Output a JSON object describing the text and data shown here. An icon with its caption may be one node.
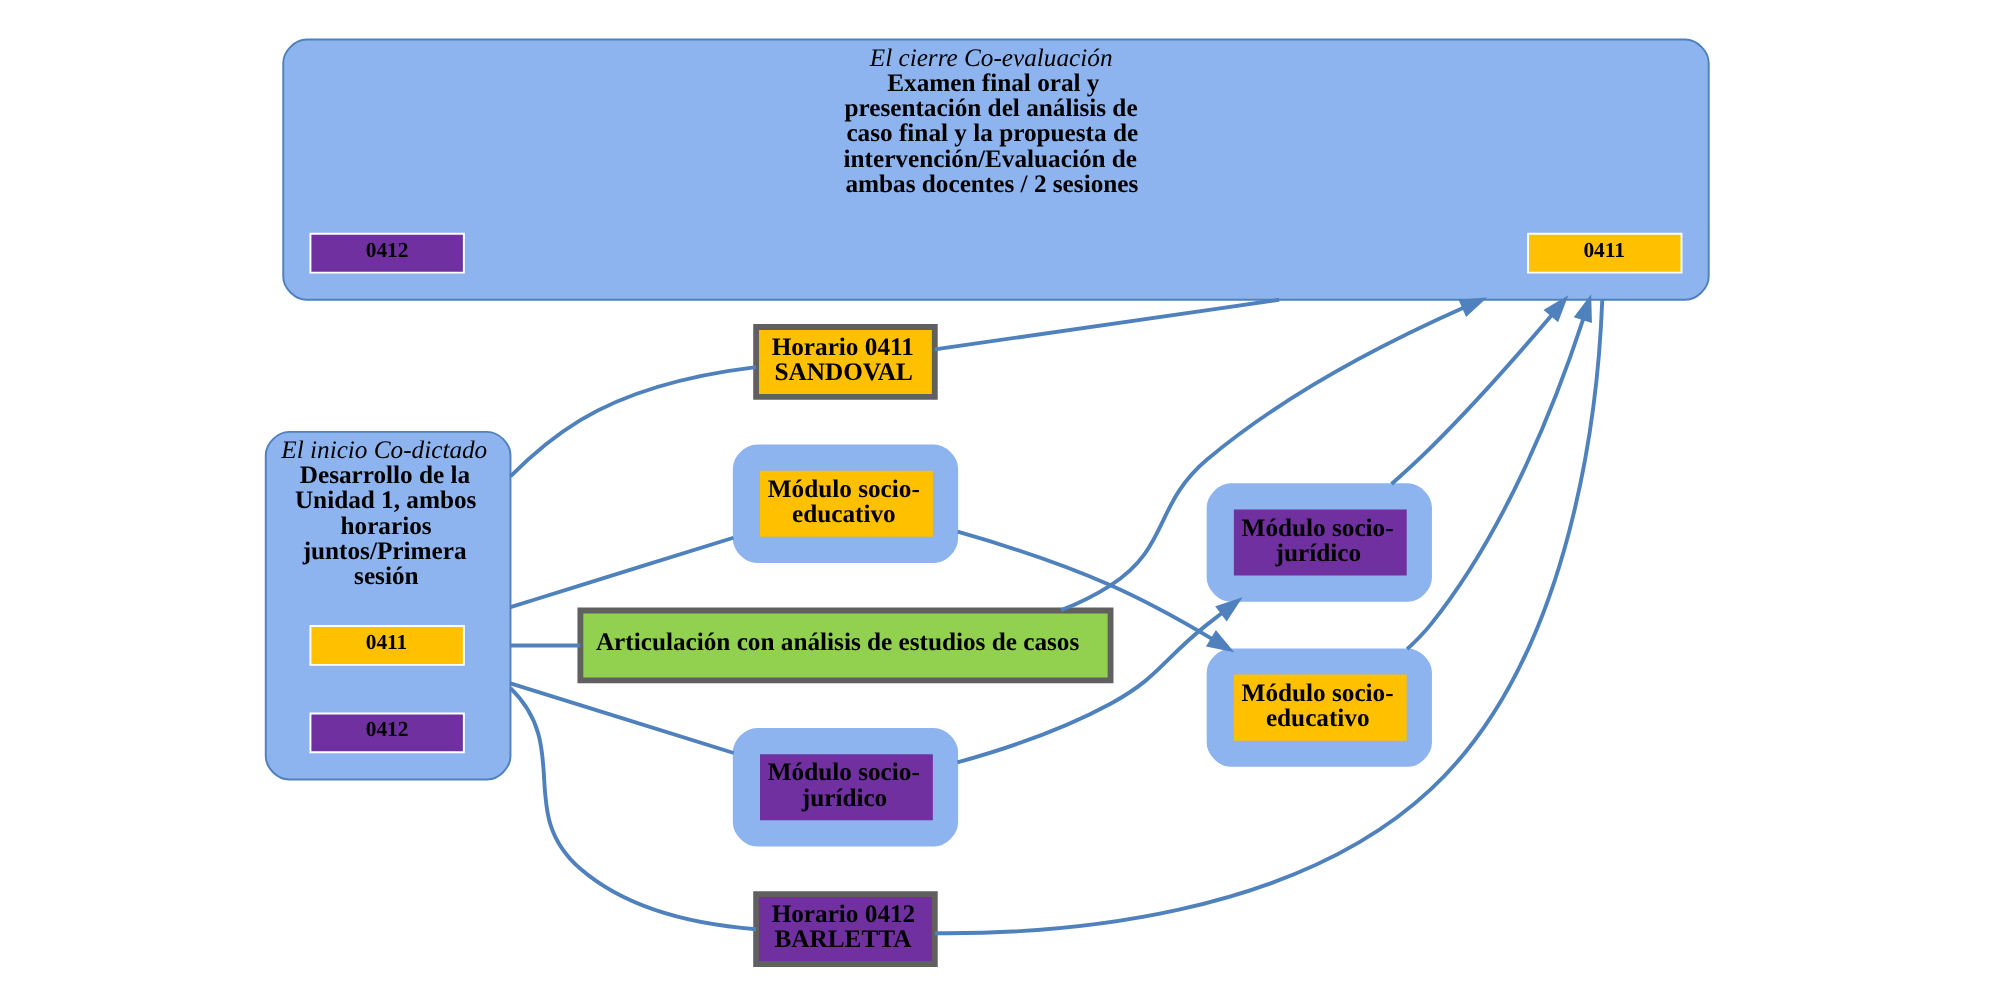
{
  "diagram": {
    "nodes": [
      {
        "text": [
          "El inicio Co-dictado",
          "Desarrollo de la Unidad 1, ambos horarios juntos/Primera sesión"
        ]
      },
      {
        "text": [
          "0411"
        ],
        "in": 0
      },
      {
        "text": [
          "0412"
        ],
        "in": 0
      },
      {
        "text": [
          "Horario 0411 SANDOVAL"
        ]
      },
      {
        "text": [
          "Módulo socio-educativo"
        ]
      },
      {
        "text": [
          "Módulo socio-jurídico"
        ]
      },
      {
        "text": [
          "Articulación con análisis de estudios de casos"
        ]
      },
      {
        "text": [
          "Módulo socio-jurídico"
        ]
      },
      {
        "text": [
          "Módulo socio-educativo"
        ]
      },
      {
        "text": [
          "El cierre Co-evaluación",
          "Examen final oral y presentación del análisis de caso final y la propuesta de intervención/Evaluación de ambas docentes / 2 sesiones"
        ]
      },
      {
        "text": [
          "0411"
        ],
        "in": 9
      },
      {
        "text": [
          "0412"
        ],
        "in": 9
      },
      {
        "text": [
          "Horario 0412 BARLETTA"
        ]
      }
    ],
    "edges": [
      {
        "from": 0,
        "to": 3,
        "arrow": "none"
      },
      {
        "from": 3,
        "to": 9,
        "arrow": "none"
      },
      {
        "from": 0,
        "to": 12,
        "arrow": "none"
      },
      {
        "from": 12,
        "to": 9,
        "arrow": "none"
      },
      {
        "from": 0,
        "to": 6,
        "arrow": "none"
      },
      {
        "from": 0,
        "to": 4,
        "arrow": "none"
      },
      {
        "from": 0,
        "to": 5,
        "arrow": "none"
      },
      {
        "from": 4,
        "to": 8,
        "arrow": "to"
      },
      {
        "from": 5,
        "to": 7,
        "arrow": "to"
      },
      {
        "from": 6,
        "to": 9,
        "arrow": "to"
      },
      {
        "from": 7,
        "to": 9,
        "arrow": "to"
      },
      {
        "from": 8,
        "to": 9,
        "arrow": "to"
      }
    ]
  }
}
